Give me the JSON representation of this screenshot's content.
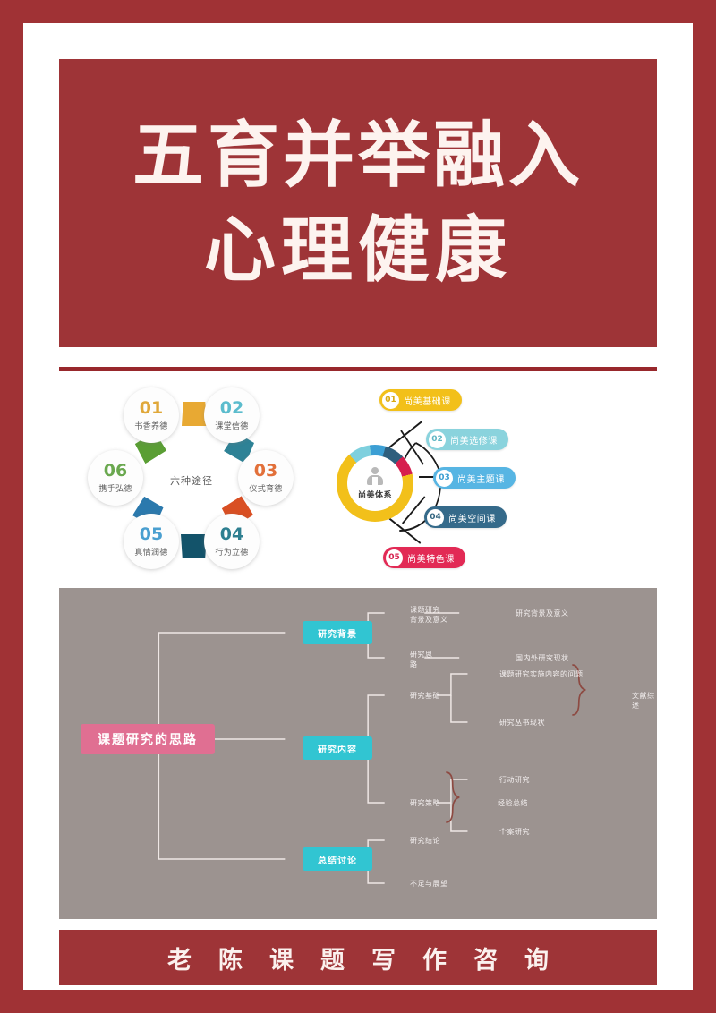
{
  "poster": {
    "colors": {
      "frame_red": "#a03235",
      "panel_red": "#9e3437",
      "title_text": "#fdf3ef",
      "mindmap_bg": "#9c9390",
      "root_pink": "#e06f92",
      "branch_teal": "#31c5d2"
    }
  },
  "title": {
    "line1": "五育并举融入",
    "line2": "心理健康"
  },
  "circle_diagram": {
    "center_label": "六种途径",
    "nodes": [
      {
        "num": "01",
        "label": "书香养德",
        "color": "#e0a83a"
      },
      {
        "num": "02",
        "label": "课堂信德",
        "color": "#5bbccd"
      },
      {
        "num": "03",
        "label": "仪式育德",
        "color": "#e2703a"
      },
      {
        "num": "04",
        "label": "行为立德",
        "color": "#2e7f90"
      },
      {
        "num": "05",
        "label": "真情润德",
        "color": "#4a9fd0"
      },
      {
        "num": "06",
        "label": "携手弘德",
        "color": "#6aa84f"
      }
    ]
  },
  "radial_diagram": {
    "center_label": "尚美体系",
    "items": [
      {
        "num": "01",
        "label": "尚美基础课",
        "color": "#f2c01a"
      },
      {
        "num": "02",
        "label": "尚美选修课",
        "color": "#8ad3dd"
      },
      {
        "num": "03",
        "label": "尚美主题课",
        "color": "#57b5e3"
      },
      {
        "num": "04",
        "label": "尚美空间课",
        "color": "#356a8a"
      },
      {
        "num": "05",
        "label": "尚美特色课",
        "color": "#e22a55"
      }
    ]
  },
  "mindmap": {
    "root": "课题研究的思路",
    "branches": [
      {
        "label": "研究背景",
        "children": [
          {
            "label": "课题研究背景及意义",
            "leaf": "研究背景及意义"
          },
          {
            "label": "研究思路",
            "leaf": "国内外研究现状"
          }
        ]
      },
      {
        "label": "研究内容",
        "children": [
          {
            "label": "研究基础",
            "leaf": "课题研究实施内容的问题",
            "leaf2": "研究丛书现状",
            "group": "文献综述"
          },
          {
            "label": "研究策略",
            "leaf": "行动研究",
            "leaf2": "个案研究",
            "group": "经验总结"
          }
        ]
      },
      {
        "label": "总结讨论",
        "children": [
          {
            "label": "研究结论"
          },
          {
            "label": "不足与展望"
          }
        ]
      }
    ],
    "labels": {
      "b1": "研究背景",
      "b1c1": "课题研究",
      "b1c1b": "背景及意义",
      "b1c1leaf": "研究背景及意义",
      "b1c2": "研究思",
      "b1c2b": "路",
      "b1c2leaf": "国内外研究现状",
      "b2": "研究内容",
      "b2c1": "研究基础",
      "b2c1leaf1": "课题研究实施内容的问题",
      "b2c1leaf2": "研究丛书现状",
      "b2c1group": "文献综述",
      "b2c2": "研究策略",
      "b2c2leaf1": "行动研究",
      "b2c2leaf2": "个案研究",
      "b2c2group": "经验总结",
      "b3": "总结讨论",
      "b3c1": "研究结论",
      "b3c2": "不足与展望"
    }
  },
  "footer": {
    "text": "老陈课题写作咨询"
  }
}
